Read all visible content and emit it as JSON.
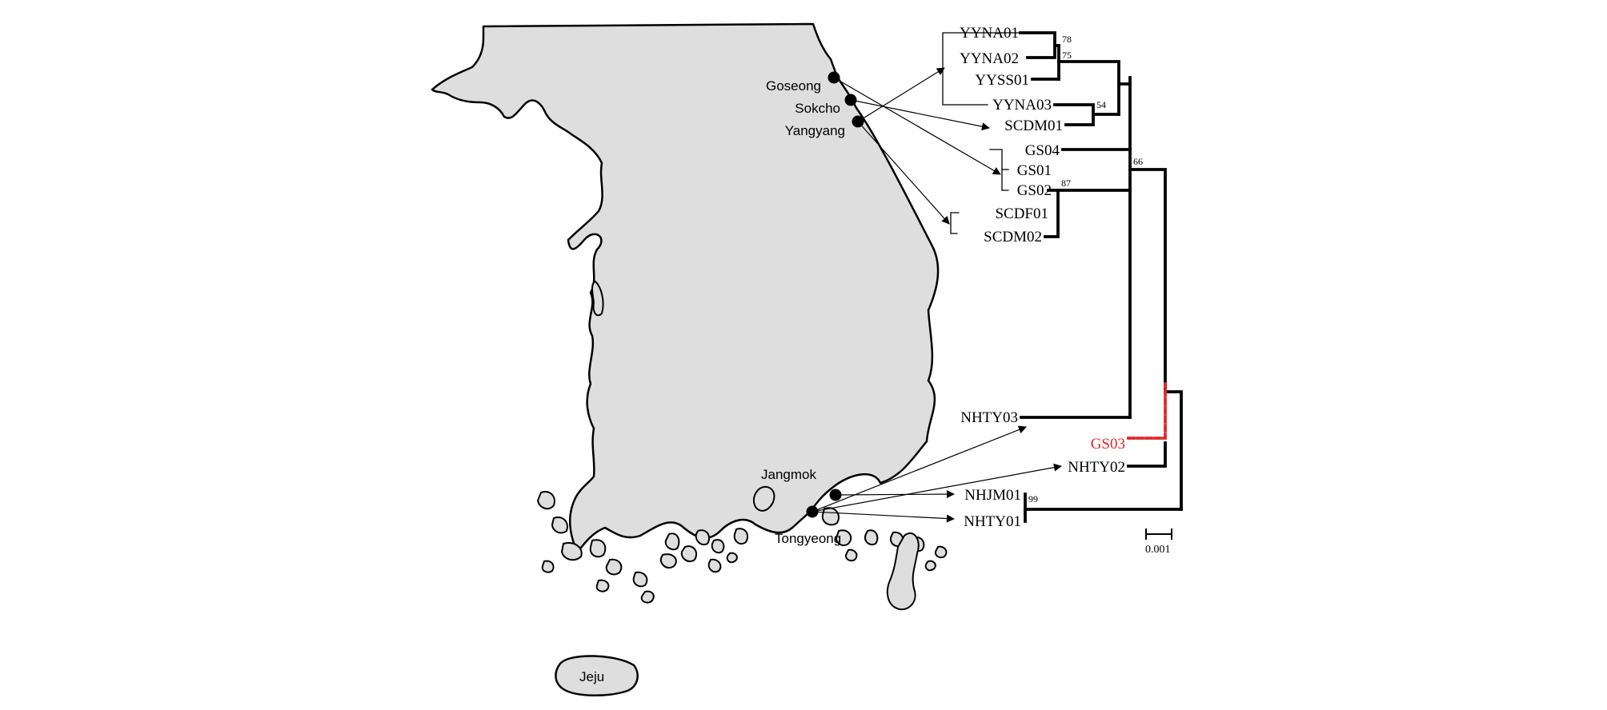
{
  "map": {
    "locations": [
      "Goseong",
      "Sokcho",
      "Yangyang",
      "Jangmok",
      "Tongyeong"
    ],
    "island_label": "Jeju"
  },
  "tree": {
    "taxa": [
      "YYNA01",
      "YYNA02",
      "YYSS01",
      "YYNA03",
      "SCDM01",
      "GS04",
      "GS01",
      "GS02",
      "SCDF01",
      "SCDM02",
      "NHTY03",
      "GS03",
      "NHTY02",
      "NHJM01",
      "NHTY01"
    ],
    "bootstrap": [
      "78",
      "75",
      "54",
      "66",
      "87",
      "99"
    ],
    "scale_label": "0.001",
    "highlight_color": "#e0262b"
  }
}
